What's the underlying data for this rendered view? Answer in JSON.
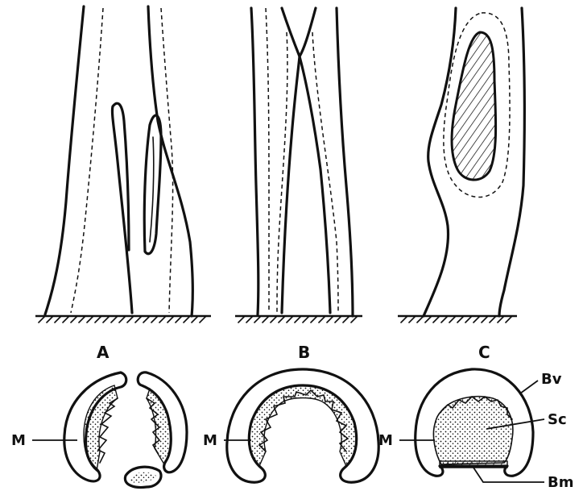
{
  "figure": {
    "panels": [
      {
        "id": "A",
        "label": "A"
      },
      {
        "id": "B",
        "label": "B"
      },
      {
        "id": "C",
        "label": "C"
      }
    ],
    "callouts": {
      "a_m": "M",
      "b_m": "M",
      "c_m": "M",
      "c_bv": "Bv",
      "c_sc": "Sc",
      "c_bm": "Bm"
    }
  }
}
